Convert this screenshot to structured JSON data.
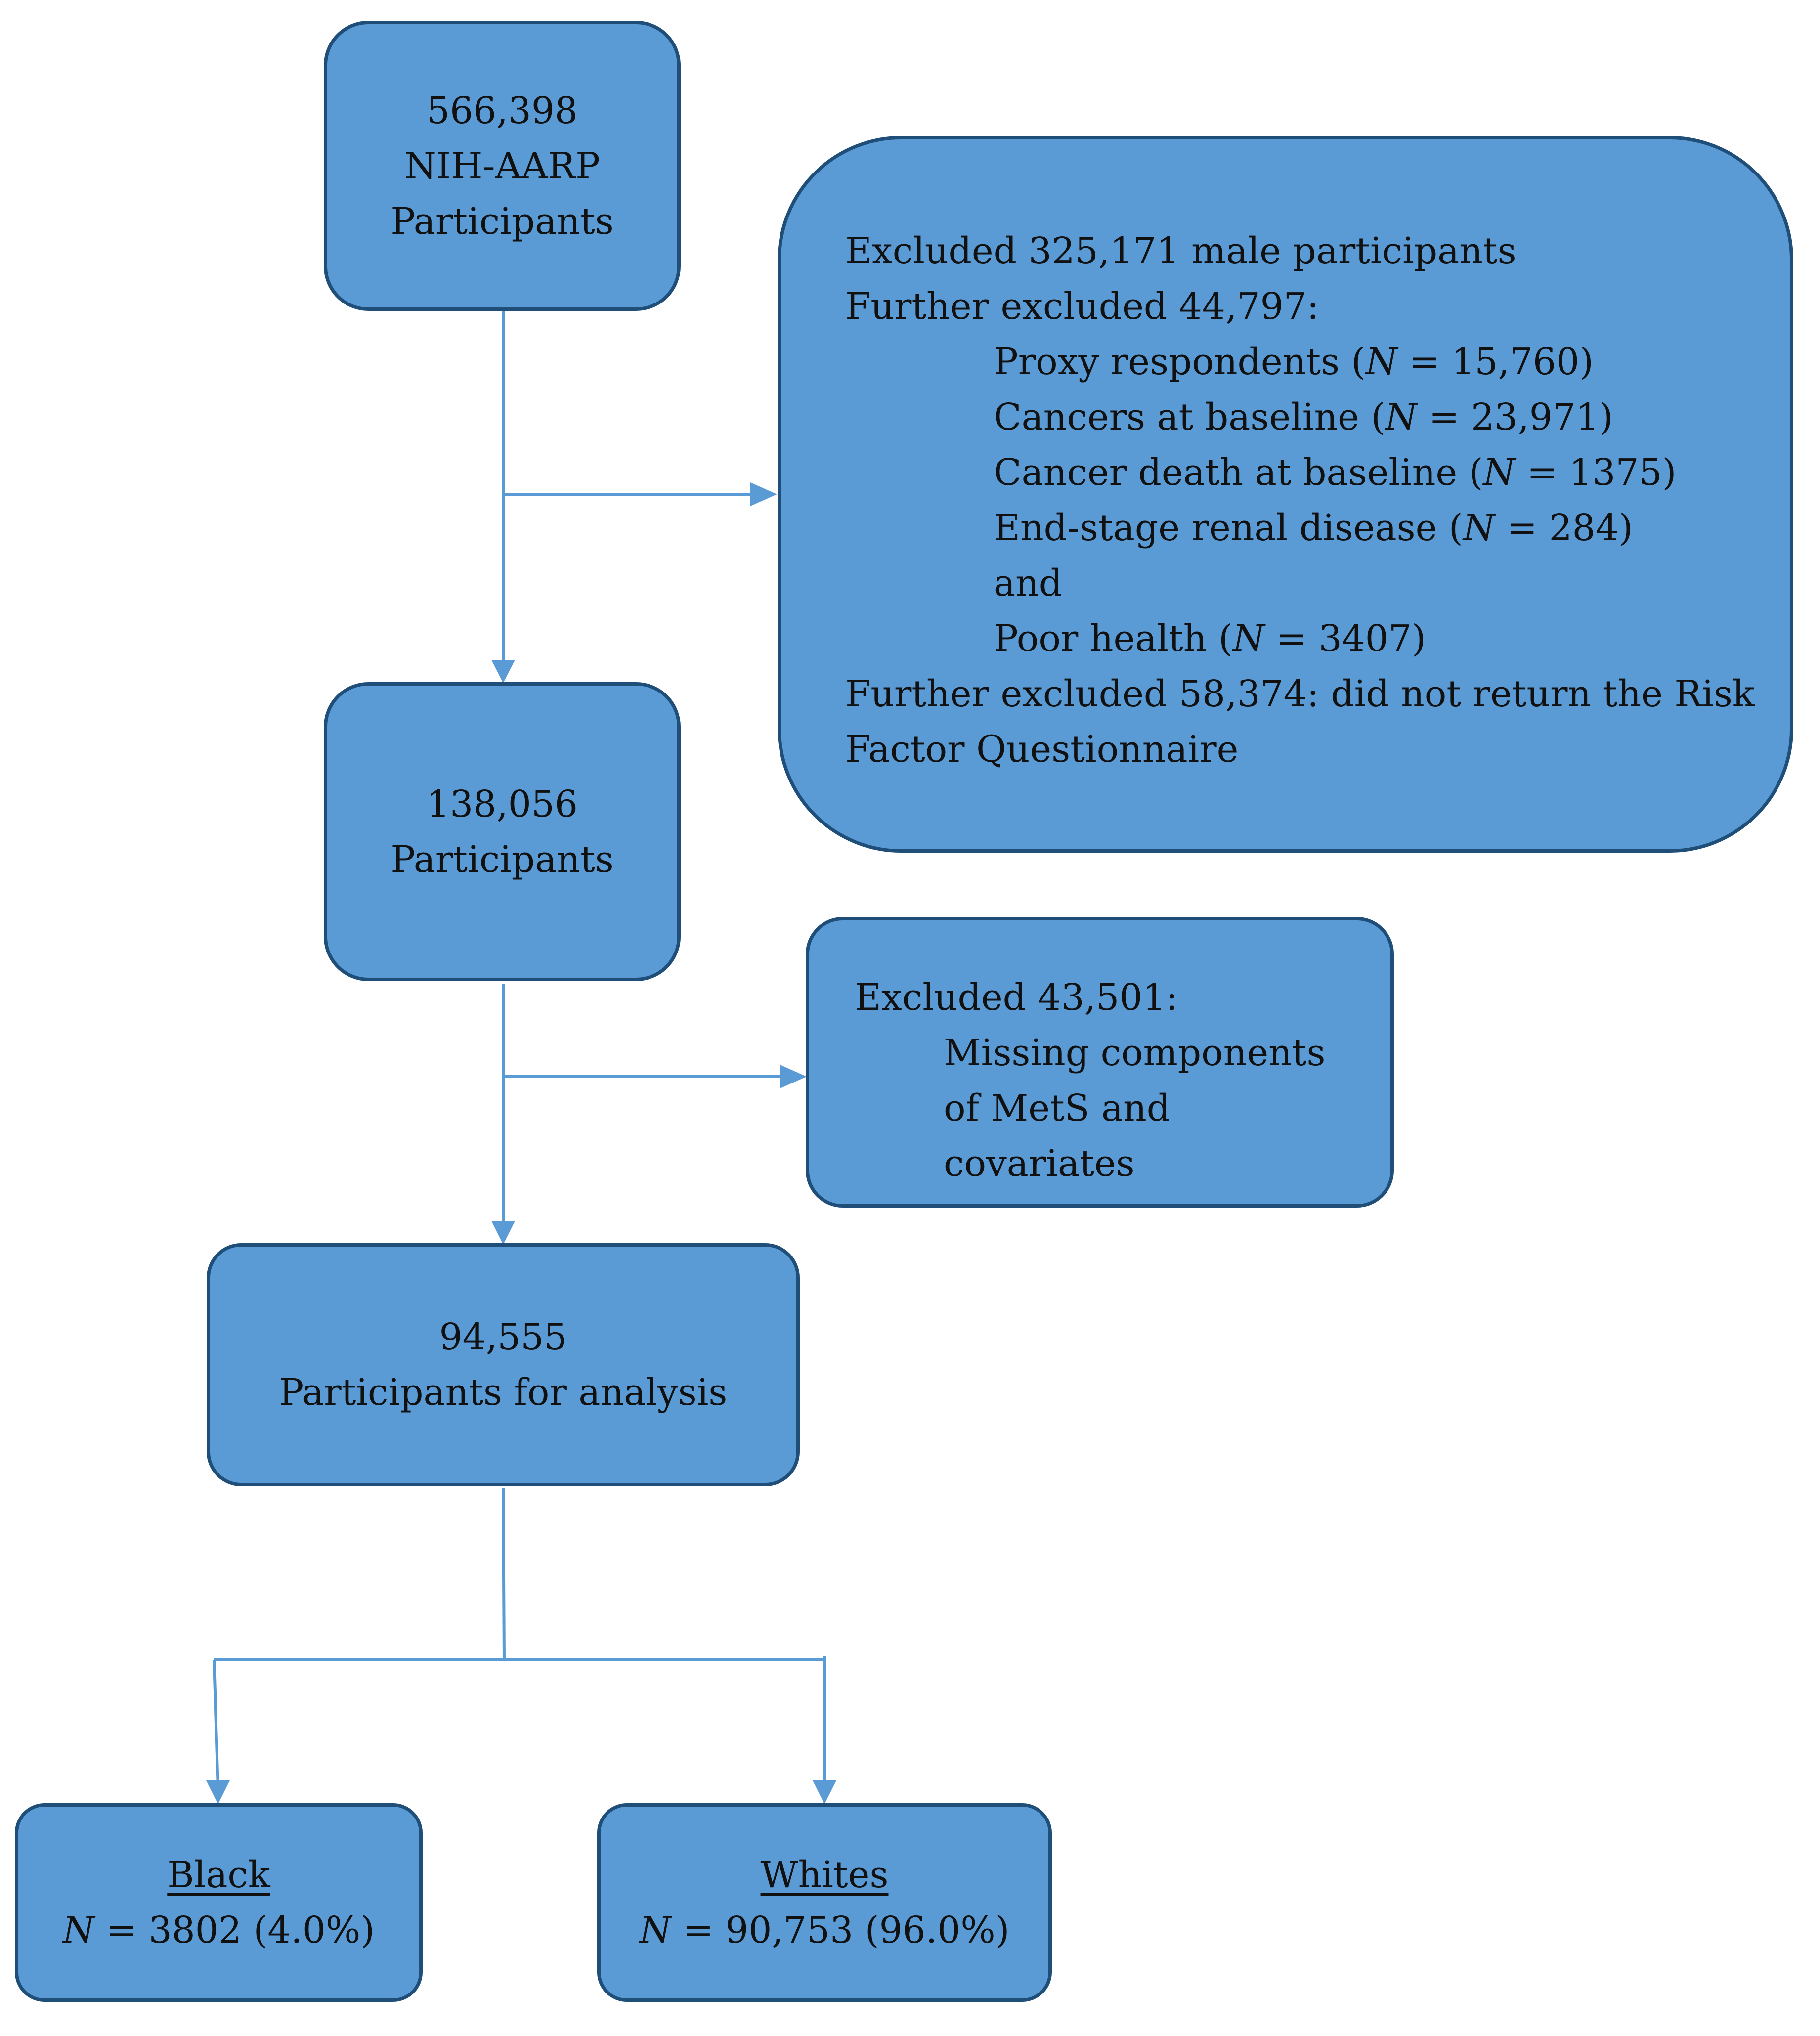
{
  "nodes": {
    "start": {
      "count": "566,398",
      "label1": "NIH-AARP",
      "label2": "Participants"
    },
    "exclusion1": {
      "line1": "Excluded 325,171 male participants",
      "line2": "Further excluded 44,797:",
      "items": [
        {
          "text": "Proxy respondents (",
          "n": "N",
          "value": " = 15,760)"
        },
        {
          "text": "Cancers at baseline (",
          "n": "N",
          "value": " = 23,971)"
        },
        {
          "text": "Cancer death at baseline (",
          "n": "N",
          "value": " = 1375)"
        },
        {
          "text": "End-stage renal disease (",
          "n": "N",
          "value": " = 284)"
        },
        {
          "text": "and",
          "n": "",
          "value": ""
        },
        {
          "text": "Poor health (",
          "n": "N",
          "value": " = 3407)"
        }
      ],
      "line3a": "Further excluded 58,374: did not return the Risk",
      "line3b": "Factor Questionnaire"
    },
    "middle": {
      "count": "138,056",
      "label": "Participants"
    },
    "exclusion2": {
      "line1": "Excluded 43,501:",
      "item1": "Missing components",
      "item2": "of MetS and",
      "item3": "covariates"
    },
    "analysis": {
      "count": "94,555",
      "label": "Participants for analysis"
    },
    "black": {
      "title": "Black",
      "n": "N",
      "value": " = 3802 (4.0%)"
    },
    "whites": {
      "title": "Whites",
      "n": "N",
      "value": " = 90,753 (96.0%)"
    }
  },
  "colors": {
    "box_fill": "#5b9bd5",
    "box_border": "#1f4e79",
    "arrow": "#5b9bd5"
  }
}
